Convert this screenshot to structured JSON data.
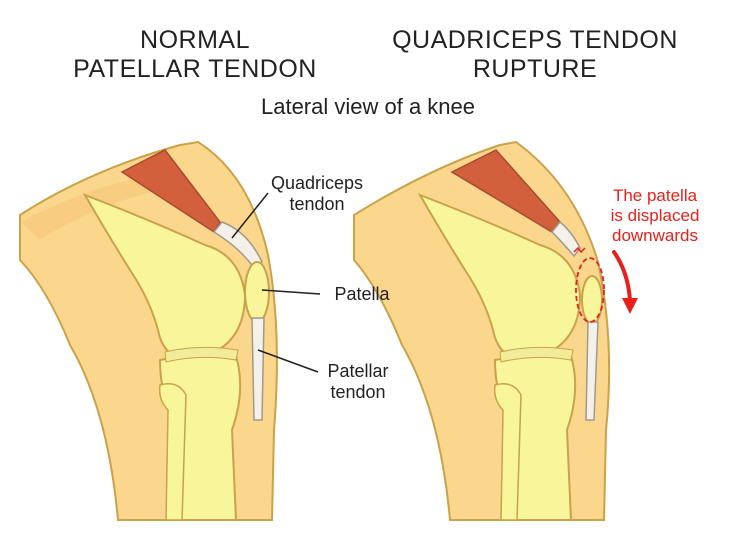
{
  "headings": {
    "left": [
      "NORMAL",
      "PATELLAR TENDON"
    ],
    "right": [
      "QUADRICEPS TENDON",
      "RUPTURE"
    ],
    "subtitle": "Lateral view of a knee"
  },
  "labels": {
    "quadriceps_tendon": [
      "Quadriceps",
      "tendon"
    ],
    "patella": "Patella",
    "patellar_tendon": [
      "Patellar",
      "tendon"
    ],
    "displacement_note": [
      "The patella",
      "is displaced",
      "downwards"
    ]
  },
  "colors": {
    "skin": "#fbd78e",
    "bone": "#f8f59a",
    "muscle": "#d2603c",
    "tendon": "#f4f1ea",
    "outline": "#c9a24a",
    "annotation_red": "#e8201c"
  }
}
